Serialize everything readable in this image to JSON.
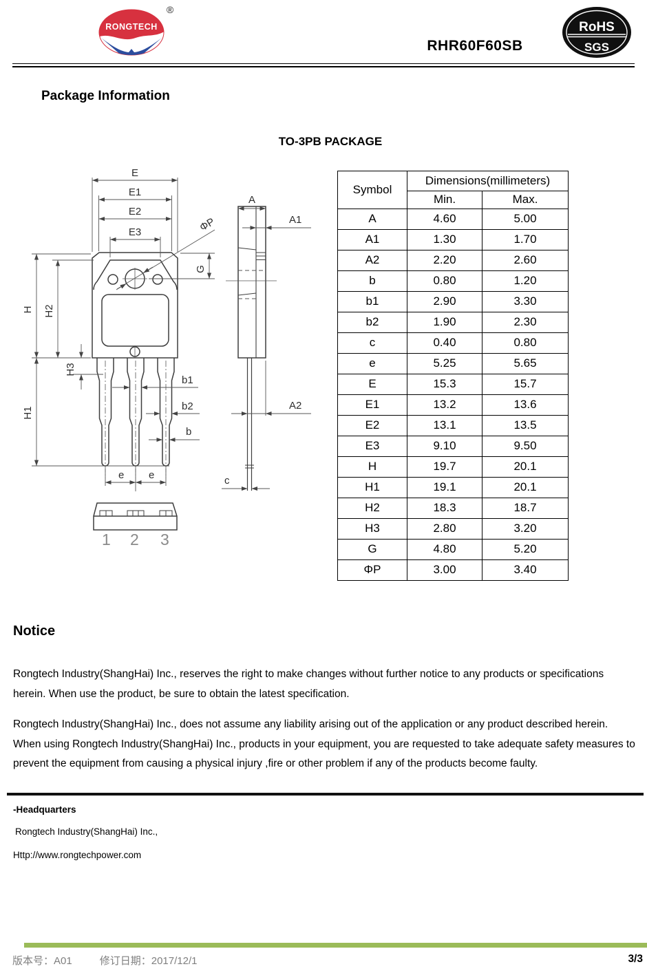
{
  "header": {
    "brand": "RONGTECH",
    "registered_mark": "®",
    "part_number": "RHR60F60SB",
    "rohs_badge": {
      "top": "RoHS",
      "bottom": "SGS"
    }
  },
  "package_info": {
    "section_title": "Package Information",
    "package_name": "TO-3PB PACKAGE"
  },
  "dimensions_table": {
    "header": {
      "symbol": "Symbol",
      "dimensions": "Dimensions(millimeters)",
      "min": "Min.",
      "max": "Max."
    },
    "rows": [
      {
        "symbol": "A",
        "min": "4.60",
        "max": "5.00"
      },
      {
        "symbol": "A1",
        "min": "1.30",
        "max": "1.70"
      },
      {
        "symbol": "A2",
        "min": "2.20",
        "max": "2.60"
      },
      {
        "symbol": "b",
        "min": "0.80",
        "max": "1.20"
      },
      {
        "symbol": "b1",
        "min": "2.90",
        "max": "3.30"
      },
      {
        "symbol": "b2",
        "min": "1.90",
        "max": "2.30"
      },
      {
        "symbol": "c",
        "min": "0.40",
        "max": "0.80"
      },
      {
        "symbol": "e",
        "min": "5.25",
        "max": "5.65"
      },
      {
        "symbol": "E",
        "min": "15.3",
        "max": "15.7"
      },
      {
        "symbol": "E1",
        "min": "13.2",
        "max": "13.6"
      },
      {
        "symbol": "E2",
        "min": "13.1",
        "max": "13.5"
      },
      {
        "symbol": "E3",
        "min": "9.10",
        "max": "9.50"
      },
      {
        "symbol": "H",
        "min": "19.7",
        "max": "20.1"
      },
      {
        "symbol": "H1",
        "min": "19.1",
        "max": "20.1"
      },
      {
        "symbol": "H2",
        "min": "18.3",
        "max": "18.7"
      },
      {
        "symbol": "H3",
        "min": "2.80",
        "max": "3.20"
      },
      {
        "symbol": "G",
        "min": "4.80",
        "max": "5.20"
      },
      {
        "symbol": "ΦP",
        "min": "3.00",
        "max": "3.40"
      }
    ]
  },
  "drawing": {
    "labels": {
      "E": "E",
      "E1": "E1",
      "E2": "E2",
      "E3": "E3",
      "H": "H",
      "H1": "H1",
      "H2": "H2",
      "H3": "H3",
      "G": "G",
      "phiP": "ΦP",
      "b": "b",
      "b1": "b1",
      "b2": "b2",
      "e": "e",
      "A": "A",
      "A1": "A1",
      "A2": "A2",
      "c": "c",
      "pin1": "1",
      "pin2": "2",
      "pin3": "3"
    }
  },
  "notice": {
    "title": "Notice",
    "paragraph1": "Rongtech Industry(ShangHai) Inc., reserves the right to make changes without further notice to any products or specifications herein. When use the product, be sure to obtain the latest specification.",
    "paragraph2": "Rongtech Industry(ShangHai) Inc., does not assume any liability arising out of the application or any product described herein. When using Rongtech Industry(ShangHai) Inc., products in your equipment, you are requested to take adequate safety measures to prevent the equipment from causing a physical injury ,fire or other problem if any of the products become faulty."
  },
  "footer": {
    "headquarters_label": "-Headquarters",
    "company": "Rongtech Industry(ShangHai) Inc.,",
    "website": "Http://www.rongtechpower.com",
    "version_label": "版本号：",
    "version_value": "A01",
    "revision_label": "修订日期：",
    "revision_value": "2017/12/1",
    "page_number": "3/3"
  },
  "colors": {
    "accent_green": "#9bbb59",
    "logo_red": "#d7313f",
    "logo_blue": "#2c4d9e",
    "badge_black": "#101010"
  }
}
